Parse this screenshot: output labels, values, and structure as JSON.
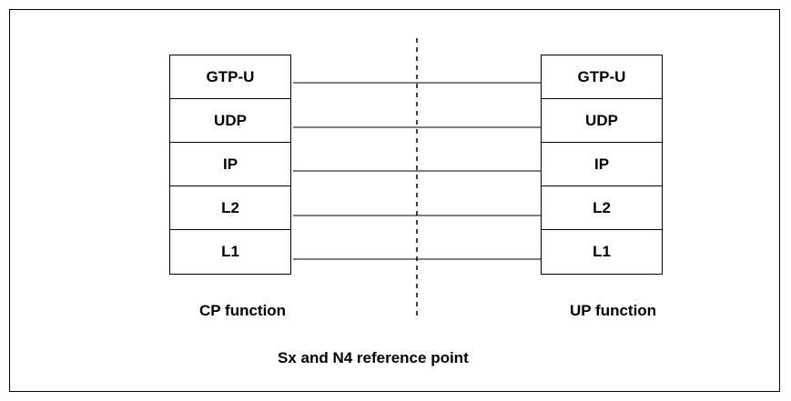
{
  "left_stack": {
    "layers": [
      "GTP-U",
      "UDP",
      "IP",
      "L2",
      "L1"
    ],
    "caption": "CP function"
  },
  "right_stack": {
    "layers": [
      "GTP-U",
      "UDP",
      "IP",
      "L2",
      "L1"
    ],
    "caption": "UP function"
  },
  "footer": {
    "title": "Sx and N4 reference point"
  }
}
